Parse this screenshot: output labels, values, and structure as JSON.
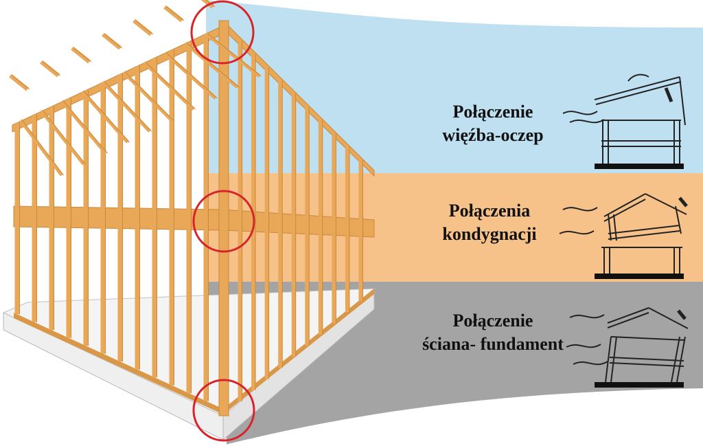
{
  "bands": [
    {
      "id": "roof",
      "line1": "Połączenie",
      "line2": "więźba-oczep",
      "color": "#bfe0f1"
    },
    {
      "id": "floor",
      "line1": "Połączenia",
      "line2": "kondygnacji",
      "color": "#f6c28a"
    },
    {
      "id": "foundation",
      "line1": "Połączenie",
      "line2": "ściana- fundament",
      "color": "#a4a4a4"
    }
  ],
  "colors": {
    "wood": "#e9a858",
    "wood_dark": "#c8873a",
    "highlight_circle": "#d9232a",
    "foundation": "#efefef"
  }
}
